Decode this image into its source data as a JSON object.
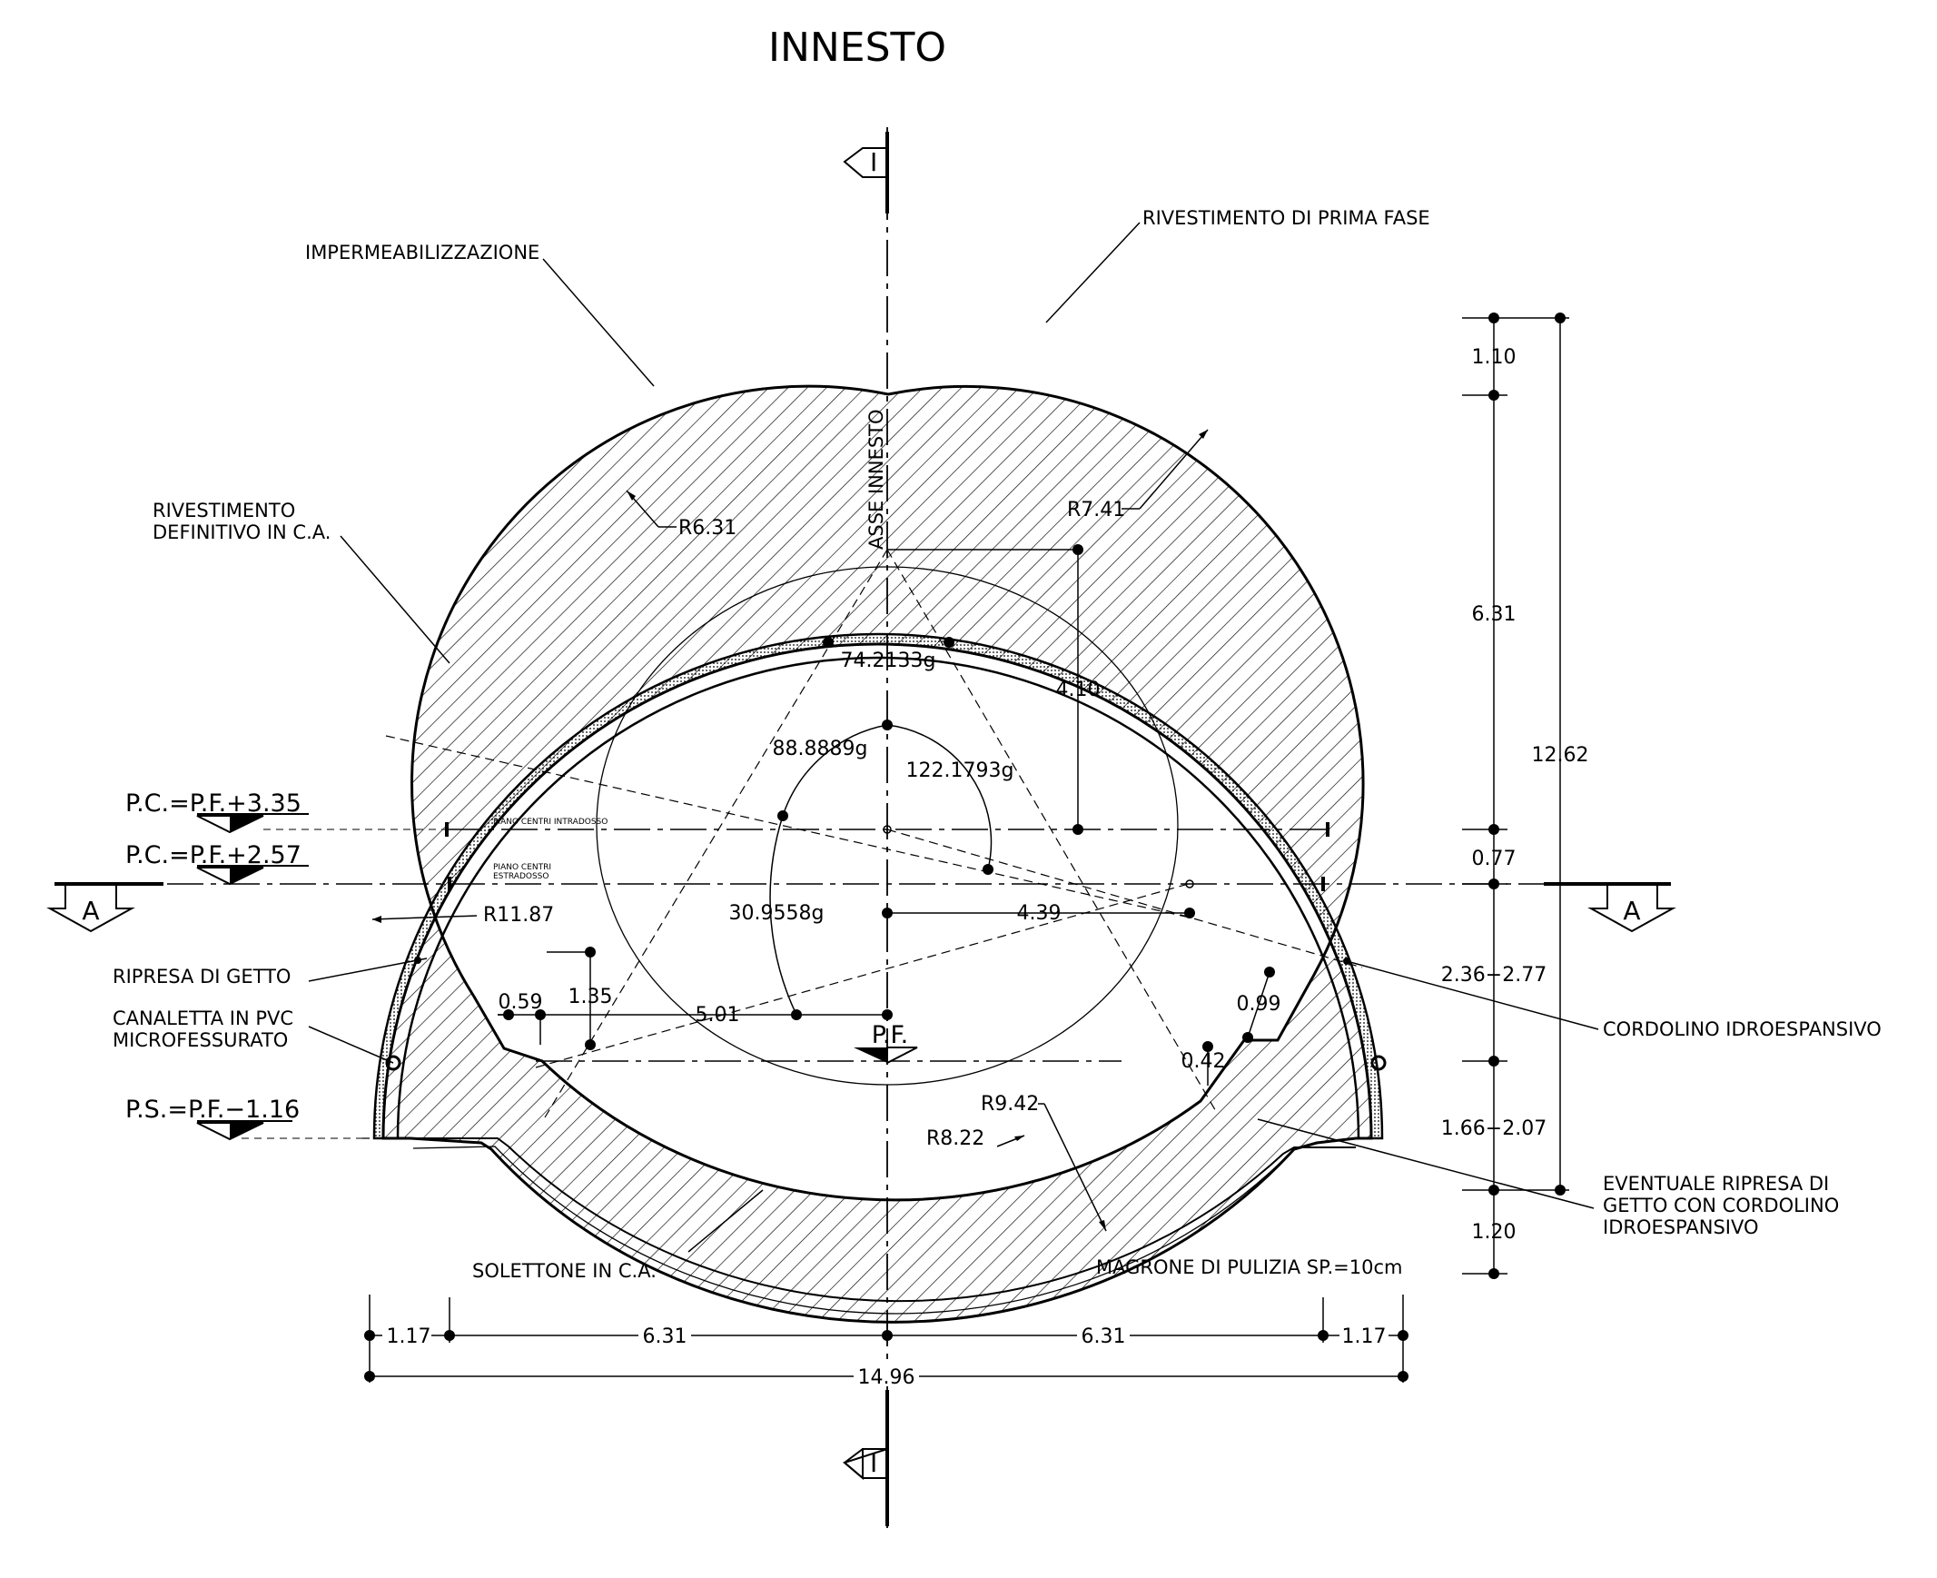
{
  "title": "INNESTO",
  "section_marker": "I",
  "section_view": "A",
  "labels": {
    "rivestimento_prima_fase": "RIVESTIMENTO DI PRIMA FASE",
    "impermeabilizzazione": "IMPERMEABILIZZAZIONE",
    "rivestimento_definitivo_1": "RIVESTIMENTO",
    "rivestimento_definitivo_2": "DEFINITIVO IN C.A.",
    "asse_innesto": "ASSE INNESTO",
    "ripresa_di_getto": "RIPRESA DI GETTO",
    "canaletta_1": "CANALETTA IN PVC",
    "canaletta_2": "MICROFESSURATO",
    "cordolino": "CORDOLINO IDROESPANSIVO",
    "eventuale_1": "EVENTUALE RIPRESA DI",
    "eventuale_2": "GETTO CON CORDOLINO",
    "eventuale_3": "IDROESPANSIVO",
    "solettone": "SOLETTONE IN C.A.",
    "magrone": "MAGRONE DI PULIZIA SP.=10cm",
    "piano_centri_intradosso": "PIANO CENTRI INTRADOSSO",
    "piano_centri_estradosso_1": "PIANO CENTRI",
    "piano_centri_estradosso_2": "ESTRADOSSO",
    "pf": "P.F."
  },
  "levels": {
    "pc1": "P.C.=P.F.+3.35",
    "pc2": "P.C.=P.F.+2.57",
    "ps": "P.S.=P.F.−1.16"
  },
  "radii": {
    "r631": "R6.31",
    "r741": "R7.41",
    "r1187": "R11.87",
    "r942": "R9.42",
    "r822": "R8.22"
  },
  "angles": {
    "a1": "74.2133g",
    "a2": "88.8889g",
    "a3": "122.1793g",
    "a4": "30.9558g"
  },
  "dims": {
    "inner_410": "4.10",
    "inner_439": "4.39",
    "inner_501": "5.01",
    "inner_059": "0.59",
    "inner_135": "1.35",
    "inner_099": "0.99",
    "inner_042": "0.42",
    "v_110": "1.10",
    "v_631": "6.31",
    "v_077": "0.77",
    "v_236": "2.36−2.77",
    "v_166": "1.66−2.07",
    "v_120": "1.20",
    "v_1262": "12.62",
    "h_117a": "1.17",
    "h_631a": "6.31",
    "h_631b": "6.31",
    "h_117b": "1.17",
    "h_1496": "14.96"
  }
}
